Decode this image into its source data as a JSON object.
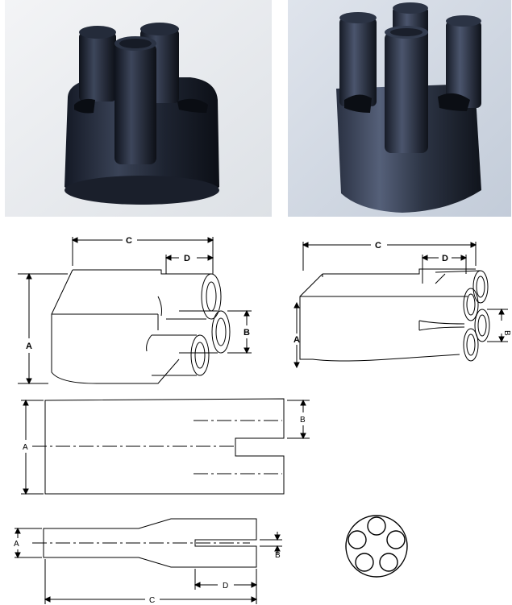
{
  "photos": {
    "left": {
      "subject": "4-finger heat-shrink cable breakout boot photo"
    },
    "right": {
      "subject": "5-finger heat-shrink cable breakout boot photo"
    }
  },
  "drawings": {
    "iso_four_finger": {
      "label_a": "A",
      "label_b": "B",
      "label_c": "C",
      "label_d": "D"
    },
    "iso_five_finger": {
      "label_a": "A",
      "label_b": "B",
      "label_c": "C",
      "label_d": "D"
    },
    "top_view": {
      "label_a": "A",
      "label_b": "B"
    },
    "side_view": {
      "label_a": "A",
      "label_b": "B",
      "label_c": "C",
      "label_d": "D"
    },
    "end_view": {
      "finger_count": 5
    }
  },
  "colors": {
    "boot_dark": "#1a1f2b",
    "boot_mid": "#2e3646",
    "photo_bg_left": "#e9ecef",
    "photo_bg_right": "#cfd6e1"
  }
}
